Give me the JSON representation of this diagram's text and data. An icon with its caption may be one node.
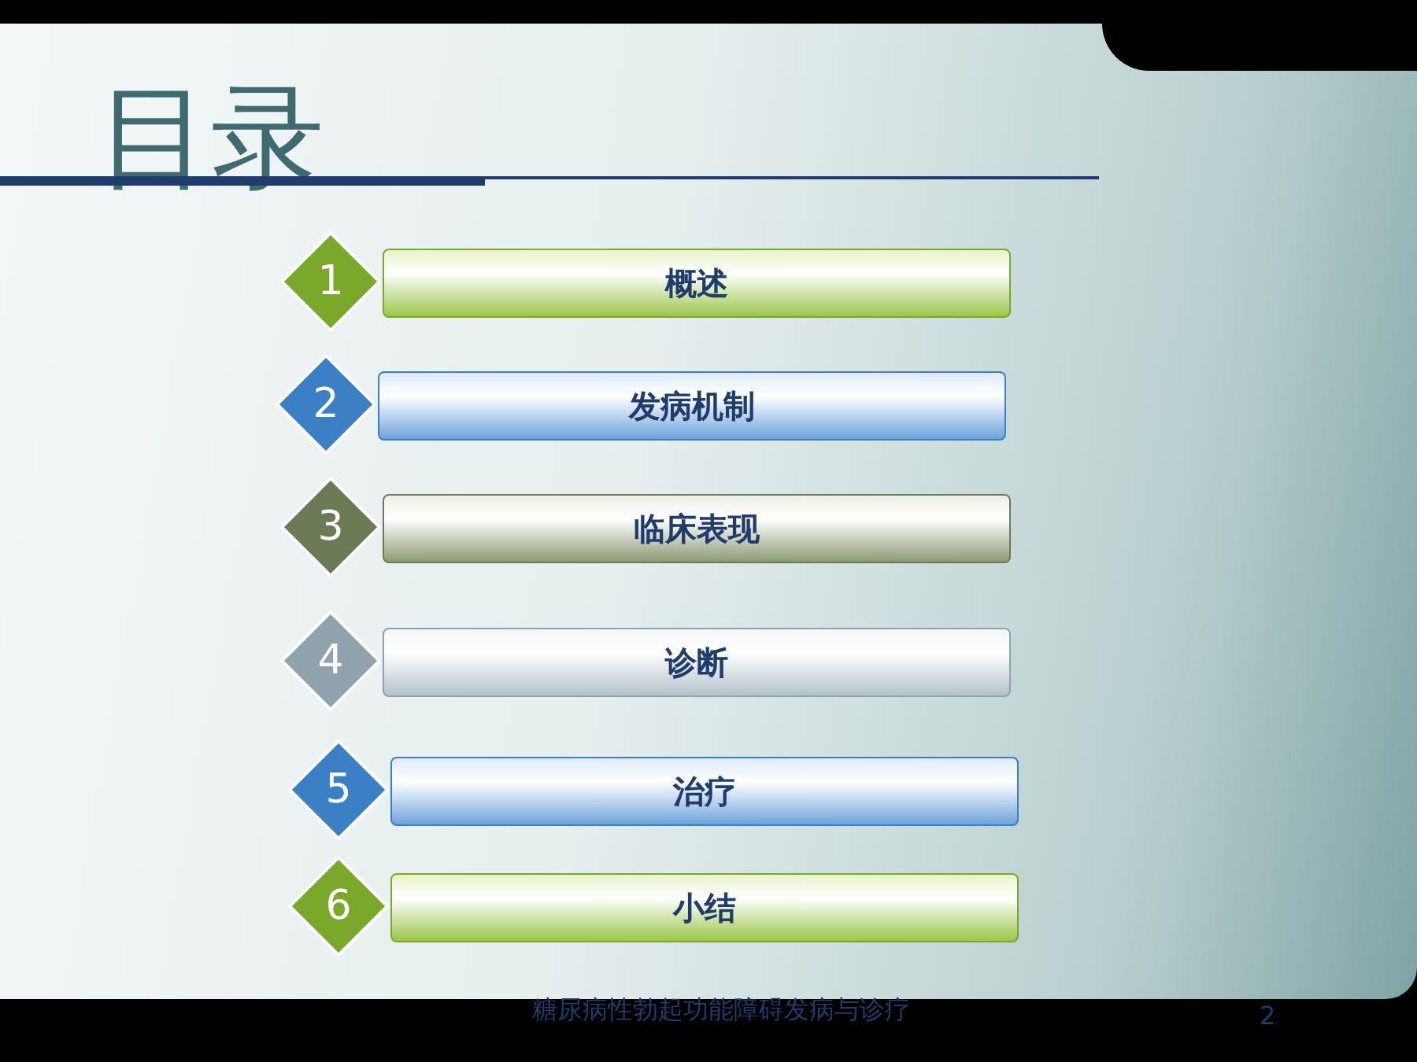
{
  "diagram": {
    "title": "目录",
    "nodes": [
      {
        "text": [
          "1"
        ]
      },
      {
        "text": [
          "概述"
        ]
      },
      {
        "text": [
          "2"
        ]
      },
      {
        "text": [
          "发病机制"
        ]
      },
      {
        "text": [
          "3"
        ]
      },
      {
        "text": [
          "临床表现"
        ]
      },
      {
        "text": [
          "4"
        ]
      },
      {
        "text": [
          "诊断"
        ]
      },
      {
        "text": [
          "5"
        ]
      },
      {
        "text": [
          "治疗"
        ]
      },
      {
        "text": [
          "6"
        ]
      },
      {
        "text": [
          "小结"
        ]
      }
    ],
    "edges": [],
    "labels": [
      "糖尿病性勃起功能障碍发病与诊疗",
      "2"
    ]
  }
}
